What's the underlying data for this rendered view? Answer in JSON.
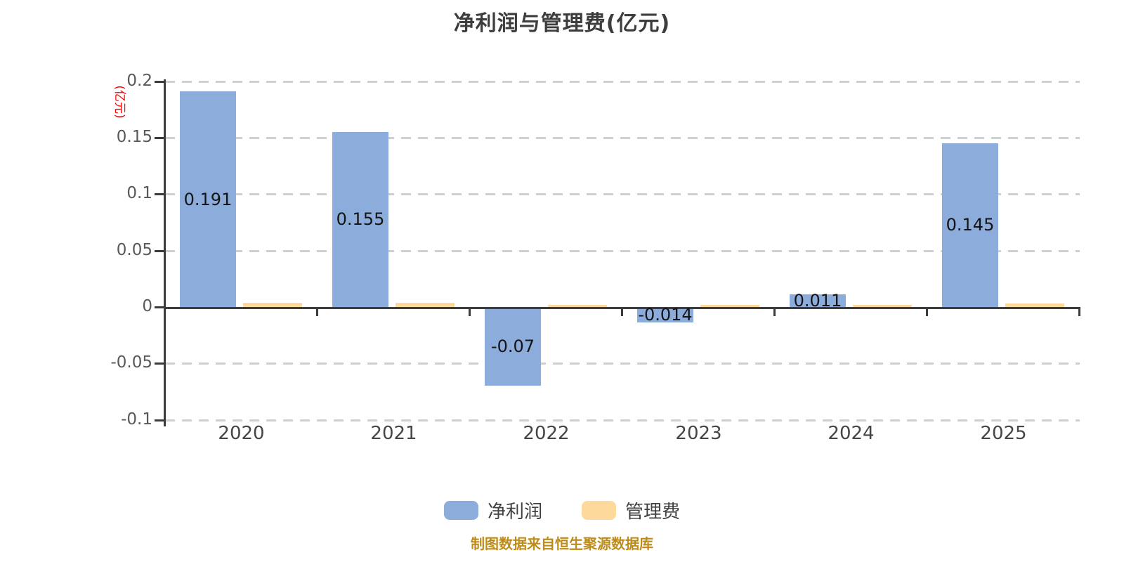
{
  "title": "净利润与管理费(亿元)",
  "y_axis_unit": "(亿元)",
  "footer": "制图数据来自恒生聚源数据库",
  "colors": {
    "net_profit_bar": "#8caddc",
    "management_fee_bar": "#fdd99c",
    "grid_line": "#cfcfcf",
    "axis_line": "#3c3c3c",
    "tick_label": "#595959",
    "value_label": "#141414",
    "unit_label": "#ff0000",
    "footer_text": "#be8c1a"
  },
  "chart_data": {
    "type": "bar",
    "title": "净利润与管理费(亿元)",
    "xlabel": "",
    "ylabel": "(亿元)",
    "categories": [
      "2020",
      "2021",
      "2022",
      "2023",
      "2024",
      "2025"
    ],
    "series": [
      {
        "name": "净利润",
        "key": "net-profit",
        "color": "#8caddc",
        "values": [
          0.191,
          0.155,
          -0.07,
          -0.014,
          0.011,
          0.145
        ],
        "labels": [
          "0.191",
          "0.155",
          "-0.07",
          "-0.014",
          "0.011",
          "0.145"
        ],
        "show_labels": true
      },
      {
        "name": "管理费",
        "key": "management-fee",
        "color": "#fdd99c",
        "values": [
          0.004,
          0.004,
          0.002,
          0.002,
          0.002,
          0.003
        ],
        "labels": [],
        "show_labels": false
      }
    ],
    "ylim": [
      -0.1,
      0.2
    ],
    "yticks": [
      0.2,
      0.15,
      0.1,
      0.05,
      0,
      -0.05,
      -0.1
    ],
    "grid": "horizontal-dashed",
    "legend_position": "bottom"
  }
}
